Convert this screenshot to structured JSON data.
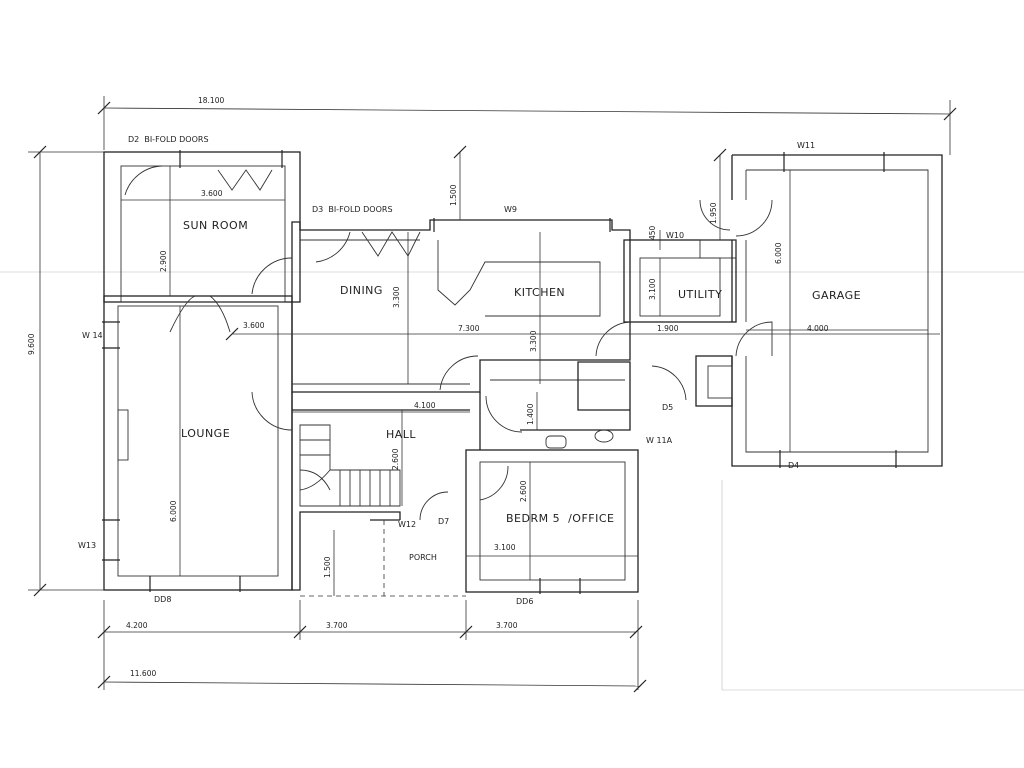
{
  "rooms": {
    "sun_room": "SUN ROOM",
    "dining": "DINING",
    "kitchen": "KITCHEN",
    "utility": "UTILITY",
    "garage": "GARAGE",
    "lounge": "LOUNGE",
    "hall": "HALL",
    "bedroom": "BEDRM 5  /OFFICE",
    "porch": "PORCH"
  },
  "openings": {
    "d2": "D2  BI-FOLD DOORS",
    "d3": "D3  BI-FOLD DOORS",
    "w9": "W9",
    "w10": "W10",
    "w11": "W11",
    "w14": "W 14",
    "w13": "W13",
    "w12": "W12",
    "d7": "D7",
    "d5": "D5",
    "w11a": "W 11A",
    "d4": "D4",
    "dd8": "DD8",
    "dd6": "DD6"
  },
  "dimensions": {
    "overall_width": "18.100",
    "overall_depth": "9.600",
    "sun_room_width": "3.600",
    "sun_room_depth": "2.900",
    "dining_link": "3.600",
    "dining_depth": "3.300",
    "kitchen_depth": "3.300",
    "dining_kitchen_width": "7.300",
    "hall_width": "4.100",
    "hall_depth": "2.600",
    "bed_depth": "2.600",
    "bed_width": "3.100",
    "lounge_depth": "6.000",
    "porch_depth": "1.500",
    "store_depth": "1.400",
    "projection": "1.500",
    "utility_link": "450",
    "utility_depth": "3.100",
    "utility_width": "1.900",
    "garage_width": "4.000",
    "garage_depth": "6.000",
    "garage_offset": "1.950",
    "front_a": "4.200",
    "front_b": "3.700",
    "front_c": "3.700",
    "front_total": "11.600"
  }
}
